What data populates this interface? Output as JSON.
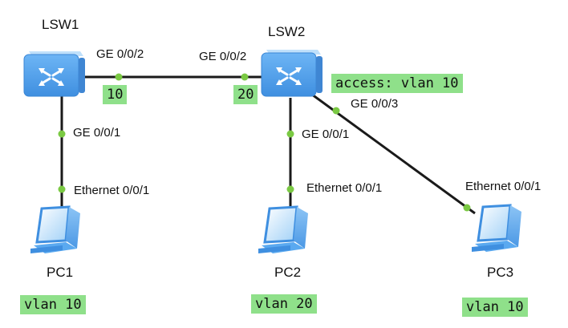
{
  "colors": {
    "tag_bg": "#8fe08a",
    "port_dot": "#7ac943",
    "link": "#1a1a1a",
    "device_blue": "#5aa9f0"
  },
  "devices": {
    "lsw1": {
      "name": "LSW1",
      "icon": "switch-icon"
    },
    "lsw2": {
      "name": "LSW2",
      "icon": "switch-icon"
    },
    "pc1": {
      "name": "PC1",
      "icon": "pc-icon"
    },
    "pc2": {
      "name": "PC2",
      "icon": "pc-icon"
    },
    "pc3": {
      "name": "PC3",
      "icon": "pc-icon"
    }
  },
  "ports": {
    "lsw1_ge002": "GE 0/0/2",
    "lsw2_ge002": "GE 0/0/2",
    "lsw1_ge001": "GE 0/0/1",
    "pc1_eth": "Ethernet 0/0/1",
    "lsw2_ge001": "GE 0/0/1",
    "pc2_eth": "Ethernet 0/0/1",
    "lsw2_ge003": "GE 0/0/3",
    "pc3_eth": "Ethernet 0/0/1"
  },
  "tags": {
    "lsw1_port_vlan": "10",
    "lsw2_port_vlan": "20",
    "lsw2_access": "access: vlan 10",
    "pc1_vlan": "vlan 10",
    "pc2_vlan": "vlan 20",
    "pc3_vlan": "vlan 10"
  }
}
